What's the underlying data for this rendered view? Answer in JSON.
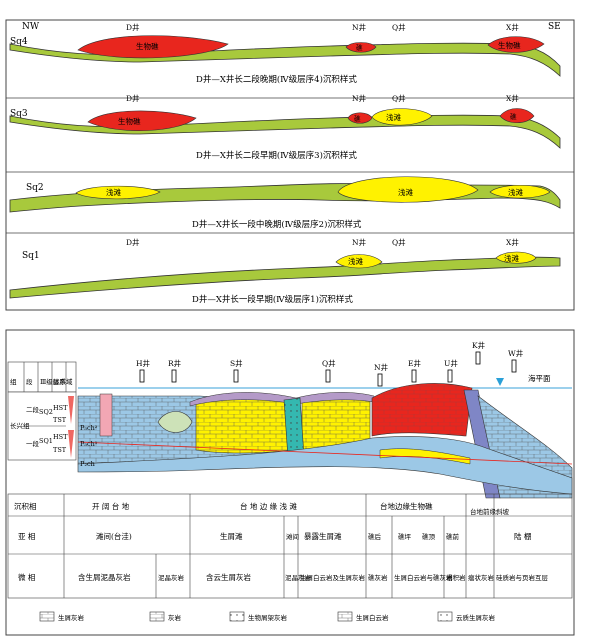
{
  "top": {
    "left_dir": "NW",
    "right_dir": "SE",
    "panels": [
      {
        "seq": "Sq4",
        "caption": "D井—X井长二段晚期(Ⅳ级层序4)沉积样式",
        "wells": [
          "D井",
          "N井",
          "Q井",
          "X井"
        ],
        "fills": [
          "生物礁",
          "礁",
          "生物礁"
        ]
      },
      {
        "seq": "Sq3",
        "caption": "D井—X井长二段早期(Ⅳ级层序3)沉积样式",
        "wells": [
          "D井",
          "N井",
          "Q井",
          "X井"
        ],
        "fills": [
          "生物礁",
          "礁",
          "浅滩",
          "礁"
        ]
      },
      {
        "seq": "Sq2",
        "caption": "D井—X井长一段中晚期(Ⅳ级层序2)沉积样式",
        "wells": [],
        "fills": [
          "浅滩",
          "浅滩",
          "浅滩"
        ]
      },
      {
        "seq": "Sq1",
        "caption": "D井—X井长一段早期(Ⅳ级层序1)沉积样式",
        "wells": [
          "D井",
          "N井",
          "Q井",
          "X井"
        ],
        "fills": [
          "浅滩",
          "浅滩"
        ]
      }
    ]
  },
  "bottom": {
    "col_heads": [
      "组",
      "段",
      "Ⅲ级层序",
      "体系域"
    ],
    "formation": "长兴组",
    "members": [
      "二段",
      "一段"
    ],
    "sequences": [
      "SQ2",
      "SQ1"
    ],
    "system_tracts": [
      "HST",
      "TST",
      "HST",
      "TST"
    ],
    "markers": [
      "P₃ch²",
      "P₃ch¹",
      "P₂ch"
    ],
    "wells": [
      "H井",
      "R井",
      "S井",
      "Q井",
      "N井",
      "E井",
      "U井",
      "K井",
      "W井"
    ],
    "sea_level": "海平面"
  },
  "facies_table": {
    "row_heads": [
      "沉积相",
      "亚 相",
      "微 相"
    ],
    "facies": [
      "开 阔 台 地",
      "台 地 边 缘 浅 滩",
      "台地边缘生物礁",
      "台地前缘斜坡",
      "陆 棚"
    ],
    "subfacies": [
      "滩间(台洼)",
      "生屑滩",
      "滩间",
      "暴露生屑滩",
      "礁后",
      "礁坪",
      "礁顶",
      "礁前"
    ],
    "microfacies": [
      "含生屑泥晶灰岩",
      "泥晶灰岩",
      "含云生屑灰岩",
      "泥晶灰岩",
      "生屑白云岩及生屑灰岩",
      "礁灰岩",
      "生屑白云岩与礁灰岩",
      "塌积岩",
      "瘤状灰岩",
      "硅质岩与页岩互层"
    ]
  },
  "legend": [
    "生屑灰岩",
    "灰岩",
    "生物屑架灰岩",
    "生屑白云岩",
    "云质生屑灰岩"
  ],
  "colors": {
    "green": "#a8c93c",
    "reef": "#e8261e",
    "shoal": "#fff200",
    "teal": "#34b8b0",
    "blue_cal": "#9cc8e6",
    "purple": "#b49ac8",
    "slope": "#7f86c6"
  }
}
